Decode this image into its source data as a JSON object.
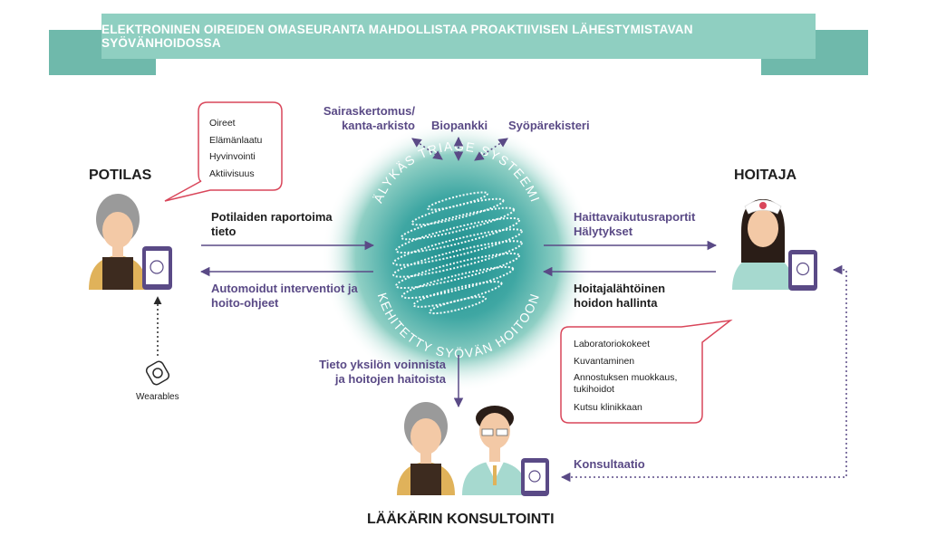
{
  "banner": {
    "title": "ELEKTRONINEN OIREIDEN OMASEURANTA MAHDOLLISTAA PROAKTIIVISEN LÄHESTYMISTAVAN SYÖVÄNHOIDOSSA"
  },
  "roles": {
    "patient": "POTILAS",
    "nurse": "HOITAJA",
    "doctor": "LÄÄKÄRIN KONSULTOINTI"
  },
  "patient_bubble": {
    "items": [
      "Oireet",
      "Elämänlaatu",
      "Hyvinvointi",
      "Aktiivisuus"
    ]
  },
  "nurse_bubble": {
    "items": [
      "Laboratoriokokeet",
      "Kuvantaminen",
      "Annostuksen muokkaus, tukihoidot",
      "Kutsu klinikkaan"
    ]
  },
  "sources": {
    "record": "Sairaskertomus/ kanta-arkisto",
    "biobank": "Biopankki",
    "registry": "Syöpärekisteri"
  },
  "center": {
    "top_arc": "ÄLYKÄS TRIAGE SYSTEEMI",
    "bottom_arc": "KEHITETTY SYÖVÄN HOITOON"
  },
  "flows": {
    "patient_reported": "Potilaiden raportoima tieto",
    "automated": "Automoidut interventiot ja hoito-ohjeet",
    "side_effects": "Haittavaikutusraportit Hälytykset",
    "nurse_care": "Hoitajalähtöinen hoidon hallinta",
    "individual": "Tieto yksilön voinnista ja hoitojen haitoista",
    "consultation": "Konsultaatio"
  },
  "wearables": {
    "label": "Wearables"
  },
  "colors": {
    "teal": "#8fcfc1",
    "teal_dark": "#6fb9ab",
    "purple": "#5a4a86",
    "bubble_border": "#d9465a"
  }
}
